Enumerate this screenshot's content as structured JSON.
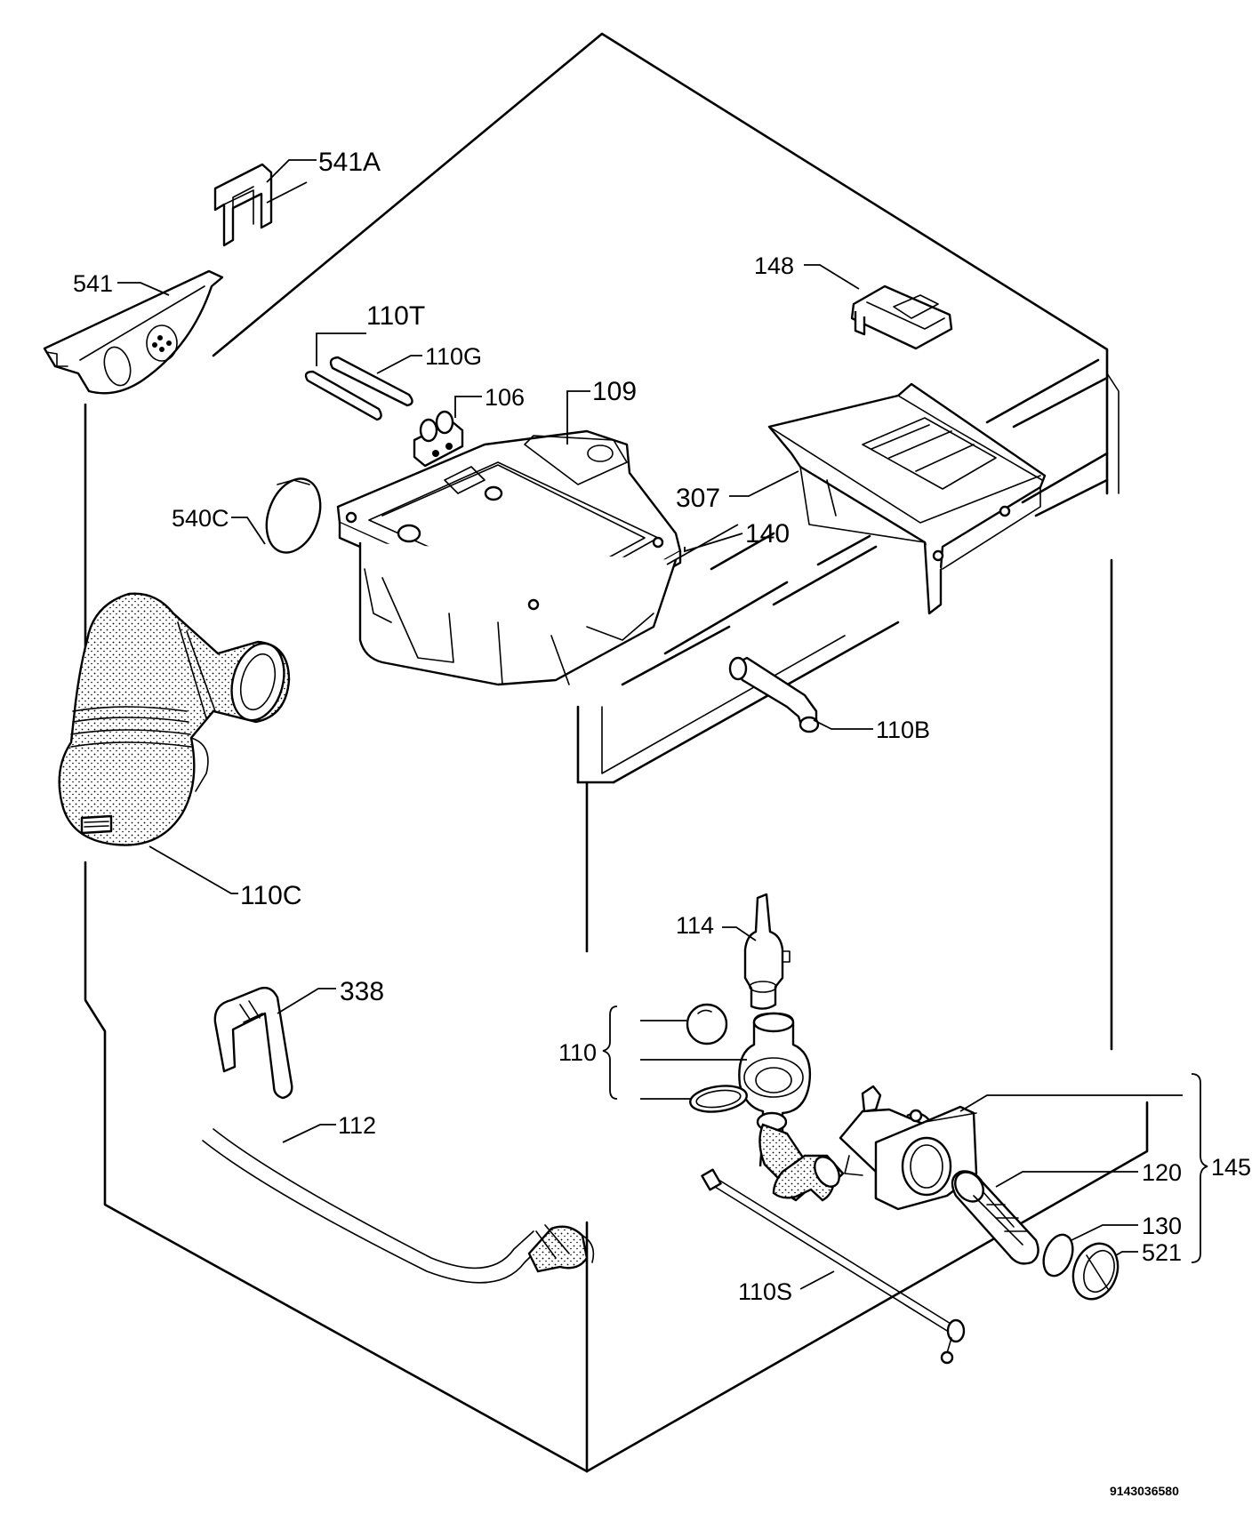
{
  "labels": {
    "p541a": "541A",
    "p541": "541",
    "p110t": "110T",
    "p110g": "110G",
    "p106": "106",
    "p109": "109",
    "p148": "148",
    "p307": "307",
    "p140": "140",
    "p540c": "540C",
    "p110b": "110B",
    "p110c": "110C",
    "p114": "114",
    "p338": "338",
    "p110": "110",
    "p145": "145",
    "p120": "120",
    "p130": "130",
    "p521": "521",
    "p112": "112",
    "p110s": "110S"
  },
  "drawing_number": "9143036580"
}
